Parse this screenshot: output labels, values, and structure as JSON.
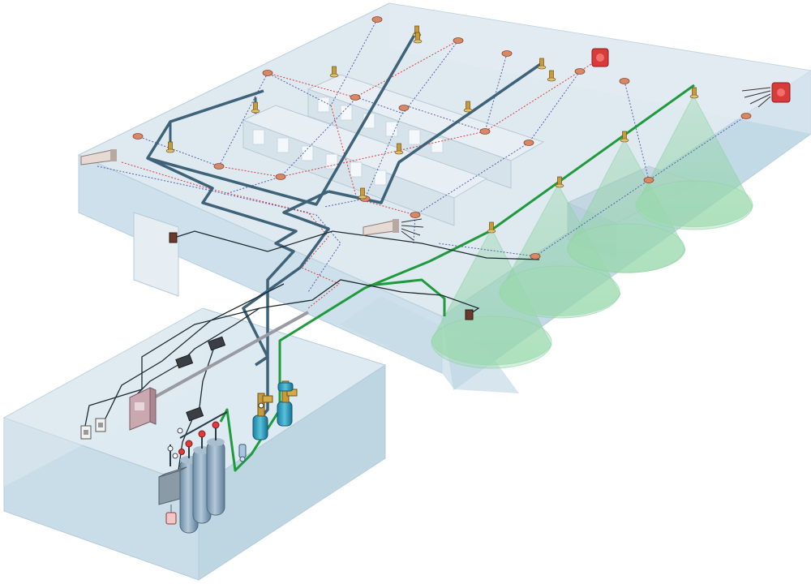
{
  "diagram": {
    "subject": "fire-suppression-system-isometric",
    "colors": {
      "background": "#ffffff",
      "room_fill": "#cfe3ee",
      "room_edge": "#aecbdb",
      "main_pipe": "#3e6278",
      "discharge_pipe": "#1f9a3c",
      "detector_wiring": "#5560b0",
      "alarm_wiring": "#d84040",
      "control_wiring": "#1e2a33",
      "spray_cone": "#8fd4a4",
      "smoke_detector": "#d98866",
      "sprinkler_head": "#c79a3a",
      "alarm_bell": "#d93a3a",
      "gas_cylinder": "#7f9fb8"
    },
    "components": [
      "smoke-detector",
      "sprinkler-head",
      "alarm-bell",
      "alarm-horn",
      "manual-call-point",
      "control-panel",
      "junction-box",
      "gas-cylinder",
      "cylinder-valve",
      "discharge-nozzle",
      "alarm-valve",
      "pressure-switch"
    ]
  }
}
